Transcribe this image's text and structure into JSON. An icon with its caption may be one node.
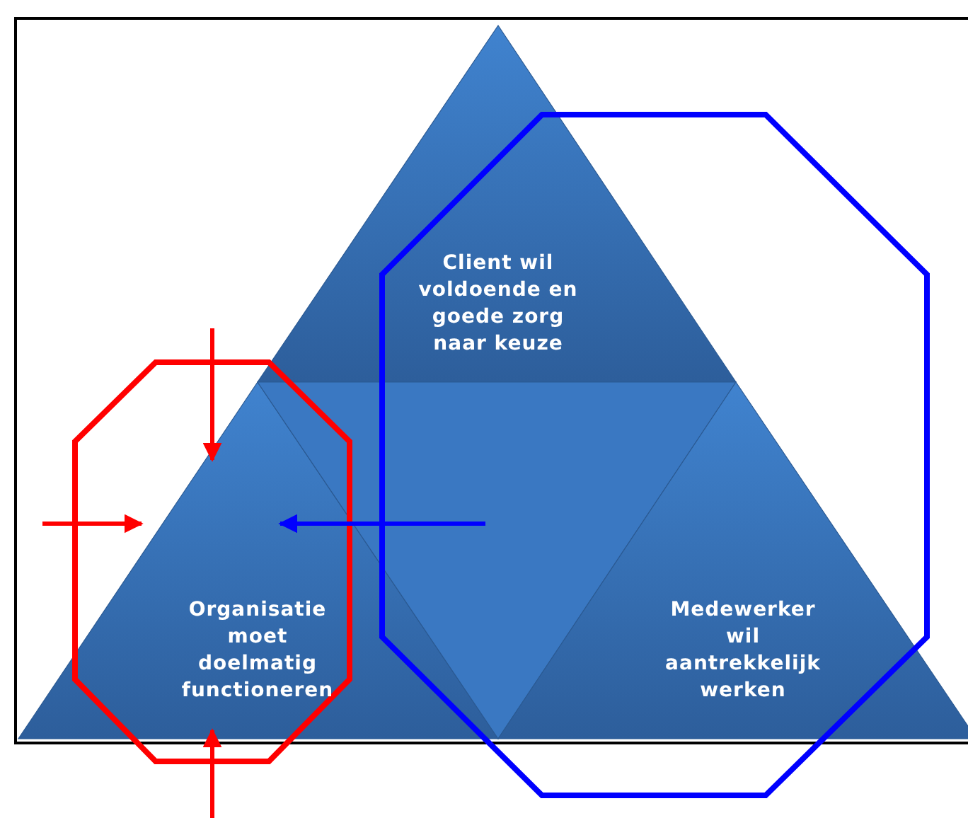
{
  "diagram": {
    "nodes": [
      {
        "text": [
          "Client wil voldoende en goede zorg naar keuze"
        ]
      },
      {
        "text": [
          "Organisatie moet doelmatig functioneren"
        ]
      },
      {
        "text": [],
        "shape": "triangle"
      },
      {
        "text": [
          "Medewerker wil aantrekkelijk werken"
        ]
      }
    ],
    "edges": [
      {
        "from": null,
        "to": 1,
        "arrow": "to"
      },
      {
        "from": null,
        "to": 1,
        "arrow": "to"
      },
      {
        "from": null,
        "to": 1,
        "arrow": "to"
      },
      {
        "from": 2,
        "to": 1,
        "arrow": "to",
        "color": "#0000ff"
      }
    ]
  }
}
